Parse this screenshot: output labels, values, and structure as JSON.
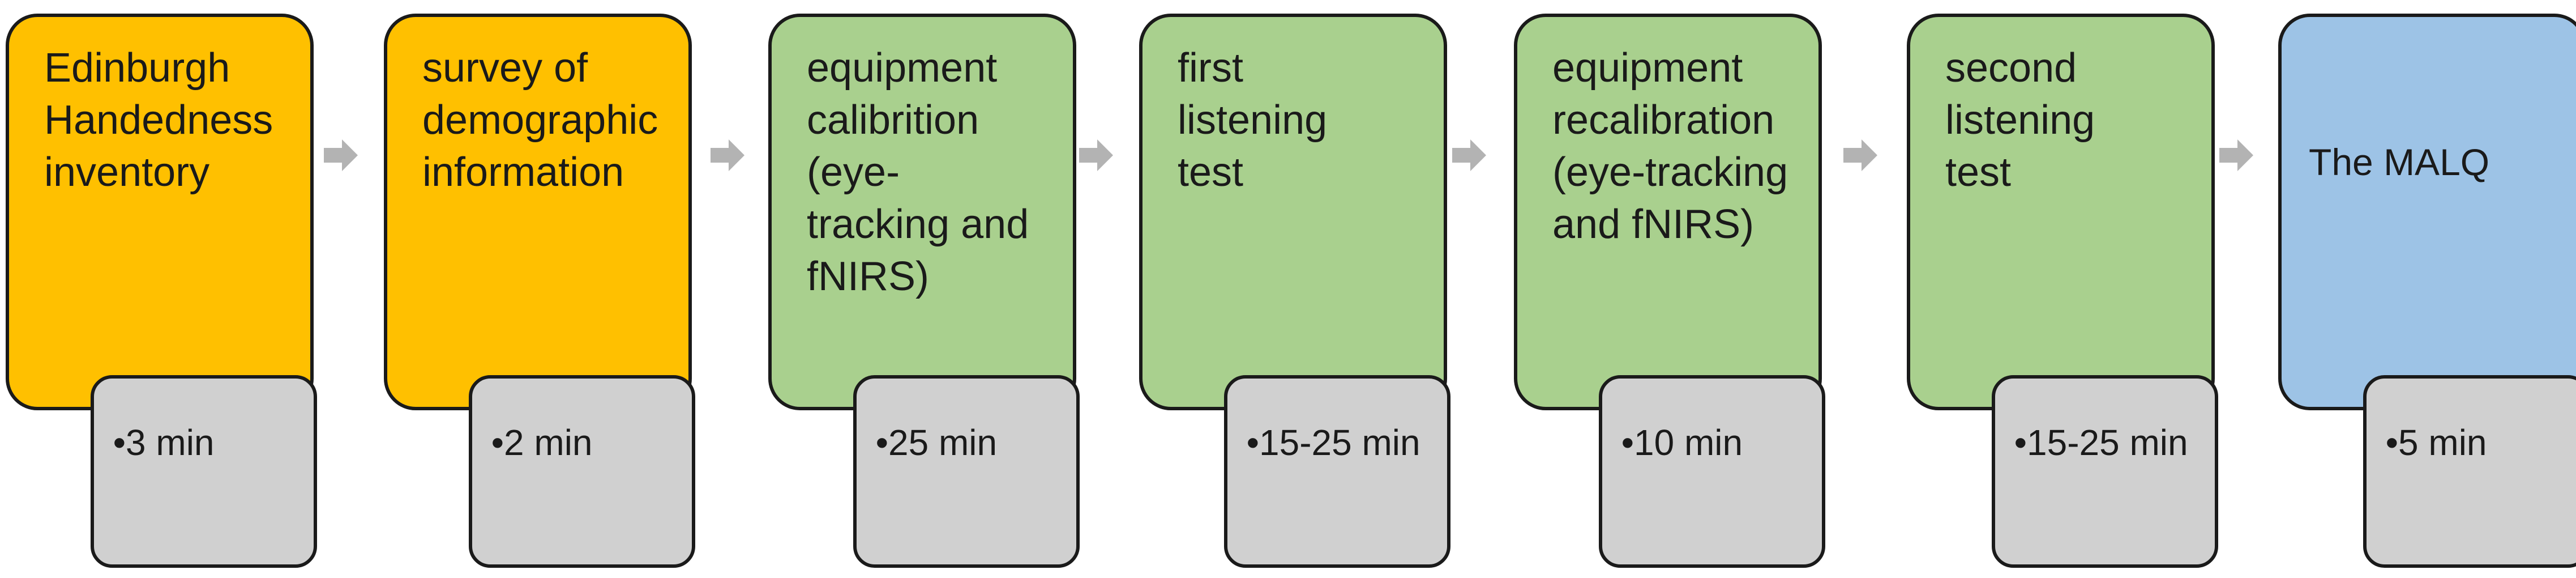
{
  "colors": {
    "orange": "#ffc000",
    "green": "#a9d08e",
    "blue": "#9dc3e6",
    "time_box": "#d0d0d0",
    "arrow": "#b3b3b3",
    "border": "#1a1a1a"
  },
  "steps": [
    {
      "label": "Edinburgh\nHandedness\ninventory",
      "time": "3 min",
      "color": "orange"
    },
    {
      "label": "survey of\ndemographic\ninformation",
      "time": "2 min",
      "color": "orange"
    },
    {
      "label": "equipment\ncalibrition\n(eye-\ntracking and\nfNIRS)",
      "time": "25 min",
      "color": "green"
    },
    {
      "label": "first\nlistening\ntest",
      "time": "15-25 min",
      "color": "green"
    },
    {
      "label": "equipment\nrecalibration\n(eye-tracking\nand fNIRS)",
      "time": "10 min",
      "color": "green"
    },
    {
      "label": "second\nlistening\ntest",
      "time": "15-25 min",
      "color": "green"
    },
    {
      "label": "The MALQ",
      "time": "5 min",
      "color": "blue"
    }
  ],
  "bullet": "•"
}
